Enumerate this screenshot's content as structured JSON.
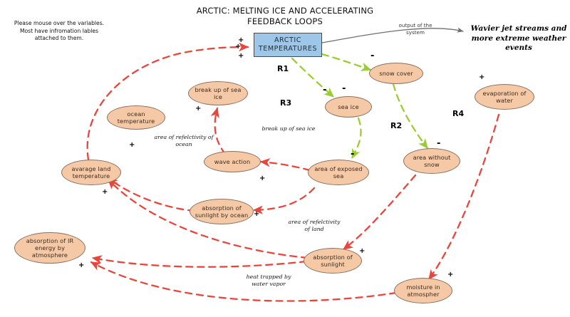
{
  "title": {
    "line1": "ARCTIC: MELTING ICE AND ACCELERATING",
    "line2": "FEEDBACK LOOPS"
  },
  "instructions": {
    "line1": "Please mouse over the variables.",
    "line2": "Most have infromation lables",
    "line3": "attached to them."
  },
  "output": {
    "edge_label_line1": "output of the",
    "edge_label_line2": "system",
    "outcome_line1": "Wavier jet streams and",
    "outcome_line2": "more extreme weather",
    "outcome_line3": "events"
  },
  "colors": {
    "node_fill": "#f6c9a6",
    "node_stroke": "#8a7163",
    "box_fill": "#9dc6e8",
    "box_stroke": "#4a4a4a",
    "reinforcing_link": "#e8453c",
    "balancing_link": "#9acd32",
    "output_link": "#6e6e6e"
  },
  "central_node": {
    "name": "arctic-temperatures",
    "line1": "ARCTIC",
    "line2": "TEMPERATURES"
  },
  "nodes": [
    {
      "id": "snow-cover",
      "label": "snow cover"
    },
    {
      "id": "sea-ice",
      "label": "sea ice"
    },
    {
      "id": "break-up-of-sea-ice",
      "label": "break up of sea\nice"
    },
    {
      "id": "ocean-temperature",
      "label": "ocean\ntemperature"
    },
    {
      "id": "wave-action",
      "label": "wave action"
    },
    {
      "id": "area-of-exposed-sea",
      "label": "area of exposed\nsea"
    },
    {
      "id": "area-without-snow",
      "label": "area without\nsnow"
    },
    {
      "id": "evaporation-of-water",
      "label": "evaporation of\nwater"
    },
    {
      "id": "average-land-temperature",
      "label": "avarage land\ntemperature"
    },
    {
      "id": "absorption-of-sunlight-by-ocean",
      "label": "absorption of\nsunlight by ocean"
    },
    {
      "id": "absorption-of-ir-energy-by-atmosphere",
      "label": "absorption of IR\nenergy by\natmosphere"
    },
    {
      "id": "absorption-of-sunlight",
      "label": "absorption of\nsunlight"
    },
    {
      "id": "moisture-in-atmosphere",
      "label": "moisture in\natmospher"
    }
  ],
  "loops": [
    {
      "id": "R1",
      "label": "R1"
    },
    {
      "id": "R2",
      "label": "R2"
    },
    {
      "id": "R3",
      "label": "R3"
    },
    {
      "id": "R4",
      "label": "R4"
    }
  ],
  "edge_labels": [
    {
      "id": "area-of-reflectivity-of-ocean",
      "line1": "area of refelctivity of",
      "line2": "ocean"
    },
    {
      "id": "break-up-of-sea-ice-label",
      "line1": "break up of sea ice",
      "line2": ""
    },
    {
      "id": "area-of-reflectivity-of-land",
      "line1": "area of refelctivity",
      "line2": "of land"
    },
    {
      "id": "heat-trapped-by-water-vapor",
      "line1": "heat trapped by",
      "line2": "water vapor"
    }
  ],
  "signs": [
    {
      "id": "sign-arctic-in-top",
      "text": "+"
    },
    {
      "id": "sign-arctic-in-mid",
      "text": "+"
    },
    {
      "id": "sign-arctic-in-bot",
      "text": "+"
    },
    {
      "id": "sign-snow-cover",
      "text": "-"
    },
    {
      "id": "sign-sea-ice-a",
      "text": "-"
    },
    {
      "id": "sign-sea-ice-b",
      "text": "-"
    },
    {
      "id": "sign-exposed-sea",
      "text": "-"
    },
    {
      "id": "sign-area-without-snow",
      "text": "-"
    },
    {
      "id": "sign-break-up-sea-ice",
      "text": "+"
    },
    {
      "id": "sign-ocean-temp",
      "text": "+"
    },
    {
      "id": "sign-wave-action",
      "text": "+"
    },
    {
      "id": "sign-avg-land-temp",
      "text": "+"
    },
    {
      "id": "sign-absorp-ocean",
      "text": "+"
    },
    {
      "id": "sign-absorp-ir",
      "text": "+"
    },
    {
      "id": "sign-absorp-sunlight",
      "text": "+"
    },
    {
      "id": "sign-moisture",
      "text": "+"
    },
    {
      "id": "sign-evaporation",
      "text": "+"
    }
  ]
}
